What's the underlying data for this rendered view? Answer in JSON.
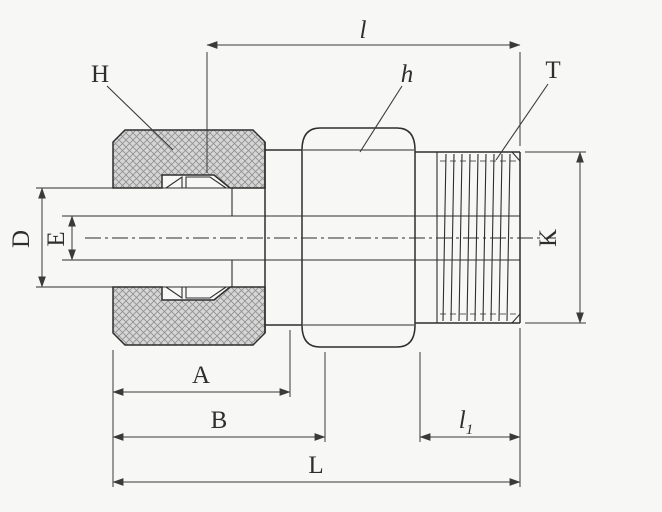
{
  "drawing": {
    "dimension_labels": {
      "l": "l",
      "H": "H",
      "h": "h",
      "T": "T",
      "D": "D",
      "E": "E",
      "K": "K",
      "A": "A",
      "B": "B",
      "l1_base": "l",
      "l1_sub": "1",
      "L": "L"
    },
    "colors": {
      "background": "#f7f7f5",
      "line": "#2e2e2e",
      "dim-line": "#3a3a3a",
      "hatch-fill": "#d6d6d6",
      "hatch-line": "#8f8f8f"
    }
  }
}
